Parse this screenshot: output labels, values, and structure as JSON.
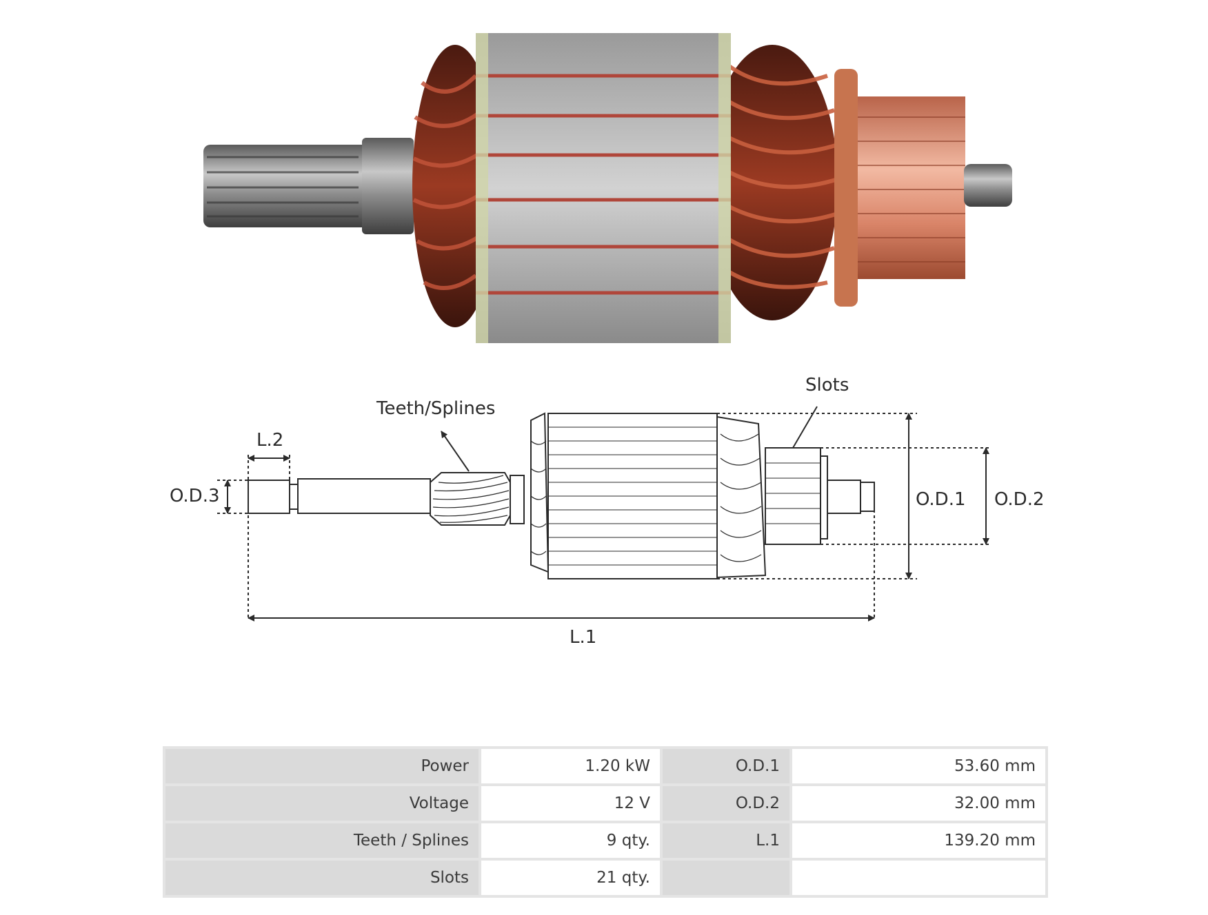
{
  "diagram": {
    "labels": {
      "teeth_splines": "Teeth/Splines",
      "slots": "Slots",
      "l2": "L.2",
      "od3": "O.D.3",
      "od1": "O.D.1",
      "od2": "O.D.2",
      "l1": "L.1"
    }
  },
  "specs": {
    "rows": [
      {
        "k1": "Power",
        "v1": "1.20 kW",
        "k2": "O.D.1",
        "v2": "53.60 mm"
      },
      {
        "k1": "Voltage",
        "v1": "12 V",
        "k2": "O.D.2",
        "v2": "32.00 mm"
      },
      {
        "k1": "Teeth / Splines",
        "v1": "9 qty.",
        "k2": "L.1",
        "v2": "139.20 mm"
      },
      {
        "k1": "Slots",
        "v1": "21 qty.",
        "k2": "",
        "v2": ""
      }
    ]
  },
  "colors": {
    "copper": "#b5532f",
    "commutator": "#d9876a",
    "steel": "#b9b9b9",
    "line": "#2a2a2a"
  }
}
